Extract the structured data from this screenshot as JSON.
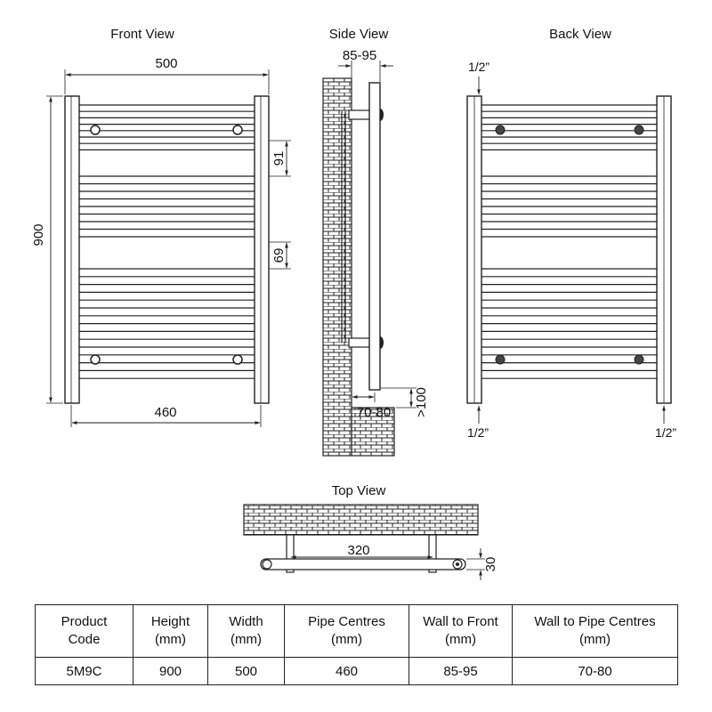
{
  "views": {
    "front": "Front View",
    "side": "Side View",
    "back": "Back View",
    "top": "Top View"
  },
  "dimensions": {
    "front_width": "500",
    "front_height": "900",
    "pipe_centres": "460",
    "gap_upper": "91",
    "gap_lower": "69",
    "wall_to_front": "85-95",
    "wall_to_pipe": "70-80",
    "floor_clearance": ">100",
    "top_centres": "320",
    "top_depth": "30",
    "thread_top": "1/2”",
    "thread_bottom_left": "1/2”",
    "thread_bottom_right": "1/2”"
  },
  "table": {
    "headers": [
      {
        "l1": "Product",
        "l2": "Code"
      },
      {
        "l1": "Height",
        "l2": "(mm)"
      },
      {
        "l1": "Width",
        "l2": "(mm)"
      },
      {
        "l1": "Pipe Centres",
        "l2": "(mm)"
      },
      {
        "l1": "Wall to Front",
        "l2": "(mm)"
      },
      {
        "l1": "Wall to Pipe Centres",
        "l2": "(mm)"
      }
    ],
    "row": [
      "5M9C",
      "900",
      "500",
      "460",
      "85-95",
      "70-80"
    ]
  },
  "colors": {
    "line": "#222222",
    "brick": "#333333",
    "background": "#ffffff"
  }
}
